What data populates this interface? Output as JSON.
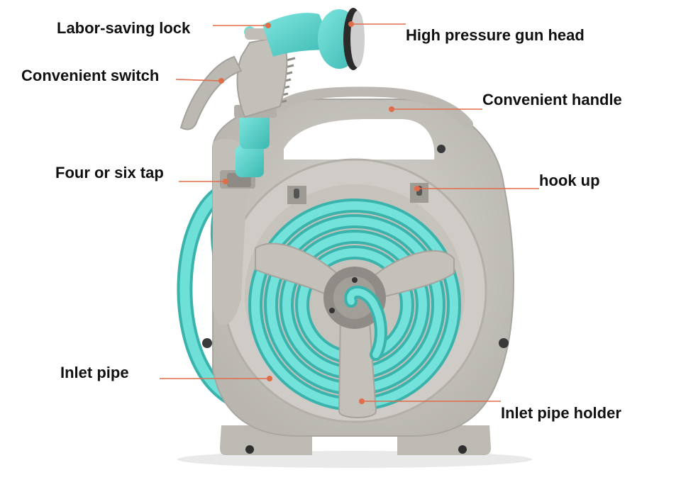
{
  "labels": {
    "labor_saving_lock": "Labor-saving lock",
    "convenient_switch": "Convenient switch",
    "high_pressure_gun_head": "High pressure gun head",
    "convenient_handle": "Convenient handle",
    "four_or_six_tap": "Four or six tap",
    "hook_up": "hook up",
    "inlet_pipe": "Inlet pipe",
    "inlet_pipe_holder": "Inlet pipe holder"
  },
  "colors": {
    "body_gray": "#c9c6c1",
    "body_shadow": "#a9a6a0",
    "hose_teal": "#5fd8d0",
    "hose_dark": "#3bb3ad",
    "leader_line": "#e06d4a",
    "text": "#111111"
  }
}
